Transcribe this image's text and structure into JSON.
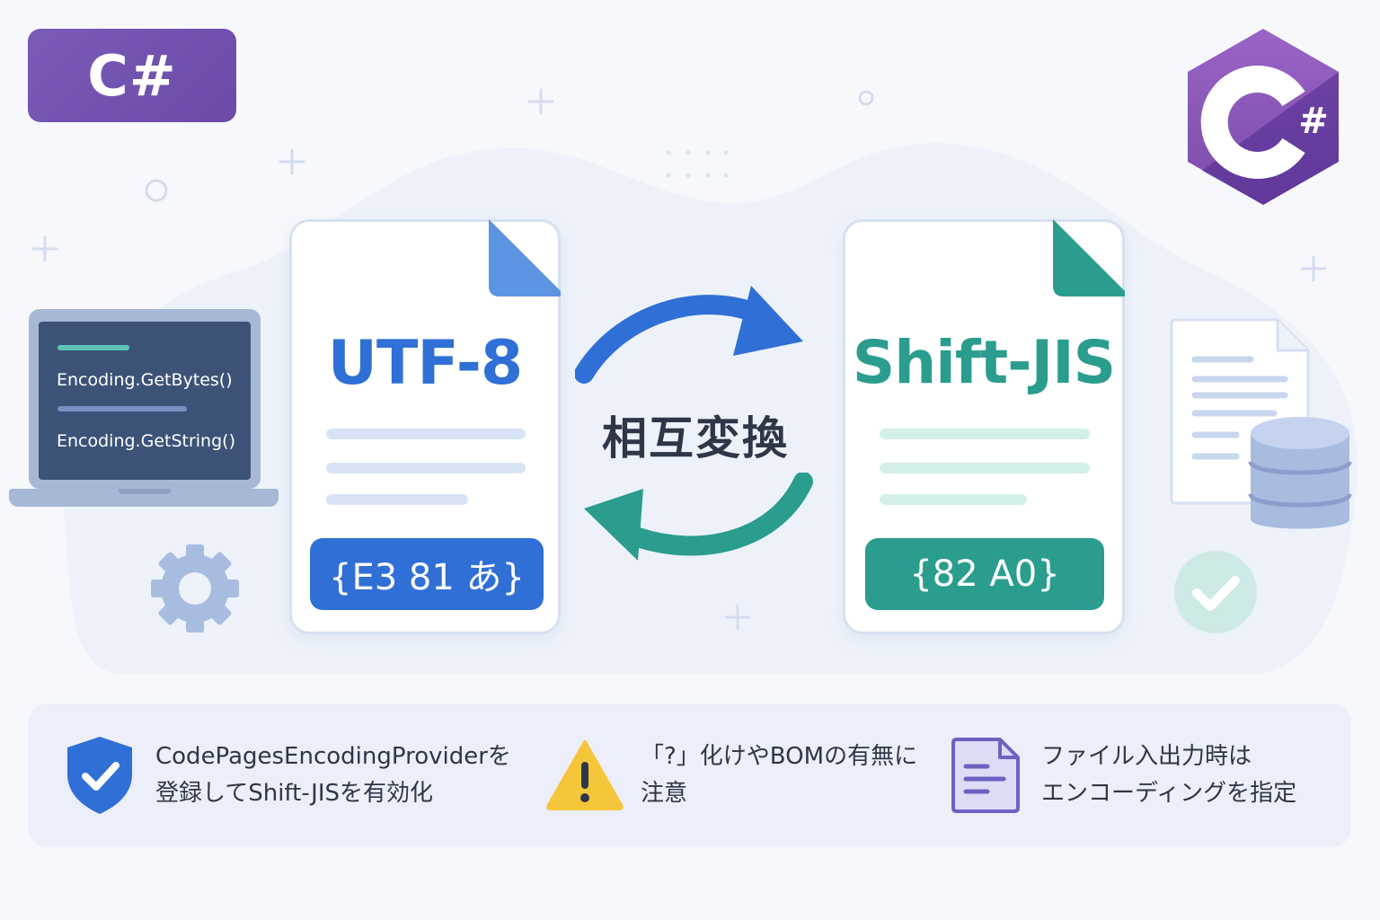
{
  "badge": {
    "label": "C#"
  },
  "logo": {
    "glyph": "#"
  },
  "laptop": {
    "line1": "Encoding.GetBytes()",
    "line2": "Encoding.GetString()"
  },
  "utf8_doc": {
    "title": "UTF-8",
    "bytes": "{E3 81 あ}",
    "accent_color": "#2f6fd6"
  },
  "sjis_doc": {
    "title": "Shift-JIS",
    "bytes": "{82 A0}",
    "accent_color": "#2a9d8f"
  },
  "center": {
    "label": "相互変換"
  },
  "info": {
    "item1": {
      "line1": "CodePagesEncodingProviderを",
      "line2": "登録してShift-JISを有効化"
    },
    "item2": {
      "line1": "「?」化けやBOMの有無に",
      "line2": "注意"
    },
    "item3": {
      "line1": "ファイル入出力時は",
      "line2": "エンコーディングを指定"
    }
  },
  "icons": [
    "gear-icon",
    "document-icon",
    "database-icon",
    "check-circle-icon",
    "shield-check-icon",
    "warning-icon",
    "file-text-icon",
    "arrow-right-icon",
    "arrow-left-icon",
    "csharp-logo-icon"
  ]
}
